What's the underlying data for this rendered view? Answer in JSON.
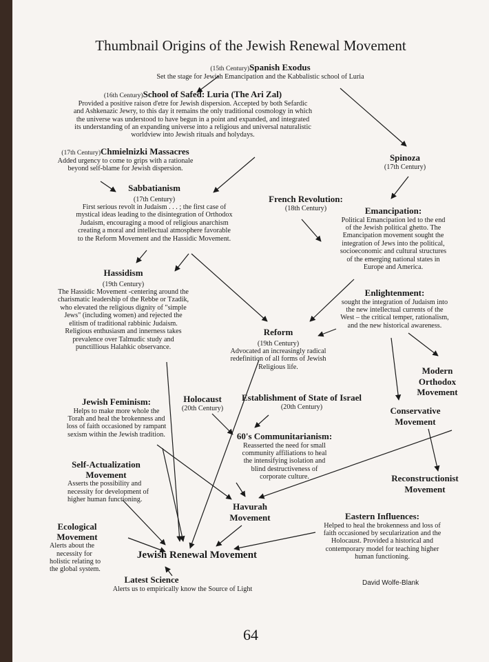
{
  "page": {
    "title": "Thumbnail Origins of the Jewish Renewal Movement",
    "page_number": "64",
    "author": "David Wolfe-Blank"
  },
  "nodes": {
    "spanish": {
      "century": "(15th Century)",
      "title": "Spanish Exodus",
      "desc": "Set the stage for Jewish Emancipation and the Kabbalistic school of Luria"
    },
    "safed": {
      "century": "(16th Century)",
      "title": "School of Safed: Luria (The Ari Zal)",
      "desc1": "Provided a positive raison d'etre for Jewish dispersion.  Accepted by both Sefardic",
      "desc2": "and Ashkenazic Jewry, to this day it remains the only traditional cosmology in which",
      "desc3": "the universe was understood to have begun in a point and expanded, and integrated",
      "desc4": "its understanding of an expanding universe into a religious and universal naturalistic",
      "desc5": "worldview into Jewish rituals and holydays."
    },
    "chmielnizki": {
      "century": "(17th Century)",
      "title": "Chmielnizki Massacres",
      "desc1": "Added urgency to come to grips with a rationale",
      "desc2": "beyond self-blame for Jewish dispersion."
    },
    "spinoza": {
      "title": "Spinoza",
      "century": "(17th Century)"
    },
    "sabbatianism": {
      "title": "Sabbatianism",
      "century": "(17th Century)",
      "desc1": "First serious revolt in Judaism . . . ; the first case of",
      "desc2": "mystical ideas leading to the disintegration of Orthodox",
      "desc3": "Judaism, encouraging a mood of religious anarchism",
      "desc4": "creating a moral and intellectual atmosphere favorable",
      "desc5": "to the Reform Movement and the Hassidic Movement."
    },
    "french": {
      "title": "French Revolution:",
      "century": "(18th Century)"
    },
    "emancipation": {
      "title": "Emancipation:",
      "desc1": "Political Emancipation led to the end",
      "desc2": "of the Jewish political ghetto.  The",
      "desc3": "Emancipation movement sought the",
      "desc4": "integration of Jews into the political,",
      "desc5": "socioeconomic and cultural structures",
      "desc6": "of the emerging national states in",
      "desc7": "Europe and America."
    },
    "hassidism": {
      "title": "Hassidism",
      "century": "(19th Century)",
      "desc1": "The Hassidic Movement -centering around the",
      "desc2": "charismatic leadership of the Rebbe or Tzadik,",
      "desc3": "who elevated the religious dignity of \"simple",
      "desc4": "Jews\" (including women) and rejected the",
      "desc5": "elitism of traditional rabbinic Judaism.",
      "desc6": "Religious enthusiasm and innerness takes",
      "desc7": "prevalence over Talmudic study and",
      "desc8": "punctillious Halahkic observance."
    },
    "enlightenment": {
      "title": "Enlightenment:",
      "desc1": "sought the integration of Judaism into",
      "desc2": "the new intellectual currents of the",
      "desc3": "West – the critical temper, rationalism,",
      "desc4": "and the new historical awareness."
    },
    "reform": {
      "title": "Reform",
      "century": "(19th Century)",
      "desc1": "Advocated  an increasingly radical",
      "desc2": "redefinition of all forms of Jewish",
      "desc3": "Religious life."
    },
    "modern_orthodox": {
      "line1": "Modern",
      "line2": "Orthodox",
      "line3": "Movement"
    },
    "feminism": {
      "title": "Jewish Feminism:",
      "desc1": "Helps to make more whole the",
      "desc2": "Torah and heal the brokenness and",
      "desc3": "loss of faith occasioned by rampant",
      "desc4": "sexism within the Jewish tradition."
    },
    "holocaust": {
      "title": "Holocaust",
      "century": "(20th Century)"
    },
    "israel": {
      "title": "Establishment of State of Israel",
      "century": "(20th Century)"
    },
    "conservative": {
      "line1": "Conservative",
      "line2": "Movement"
    },
    "communitarianism": {
      "title": "60's Communitarianism:",
      "desc1": "Reasserted the need for small",
      "desc2": "community affiliations to heal",
      "desc3": "the intensifying isolation and",
      "desc4": "blind destructiveness of",
      "desc5": "corporate culture."
    },
    "self_actualization": {
      "line1": "Self-Actualization",
      "line2": "Movement",
      "desc1": "Asserts the possibility and",
      "desc2": "necessity for development of",
      "desc3": "higher human functioning."
    },
    "reconstructionist": {
      "line1": "Reconstructionist",
      "line2": "Movement"
    },
    "havurah": {
      "line1": "Havurah",
      "line2": "Movement"
    },
    "eastern": {
      "title": "Eastern Influences:",
      "desc1": "Helped to heal the brokenness and loss of",
      "desc2": "faith occasioned by secularization and the",
      "desc3": "Holocaust.  Provided a historical and",
      "desc4": "contemporary model for teaching higher",
      "desc5": "human functioning."
    },
    "ecological": {
      "line1": "Ecological",
      "line2": "Movement",
      "desc1": "Alerts about the",
      "desc2": "necessity for",
      "desc3": "holistic relating to",
      "desc4": "the global system."
    },
    "renewal": {
      "title": "Jewish Renewal Movement"
    },
    "science": {
      "title": "Latest Science",
      "desc": "Alerts us to empirically know the Source of Light"
    }
  },
  "colors": {
    "paper": "#f7f4f1",
    "ink": "#1a1a1a",
    "background": "#3a2a22"
  }
}
